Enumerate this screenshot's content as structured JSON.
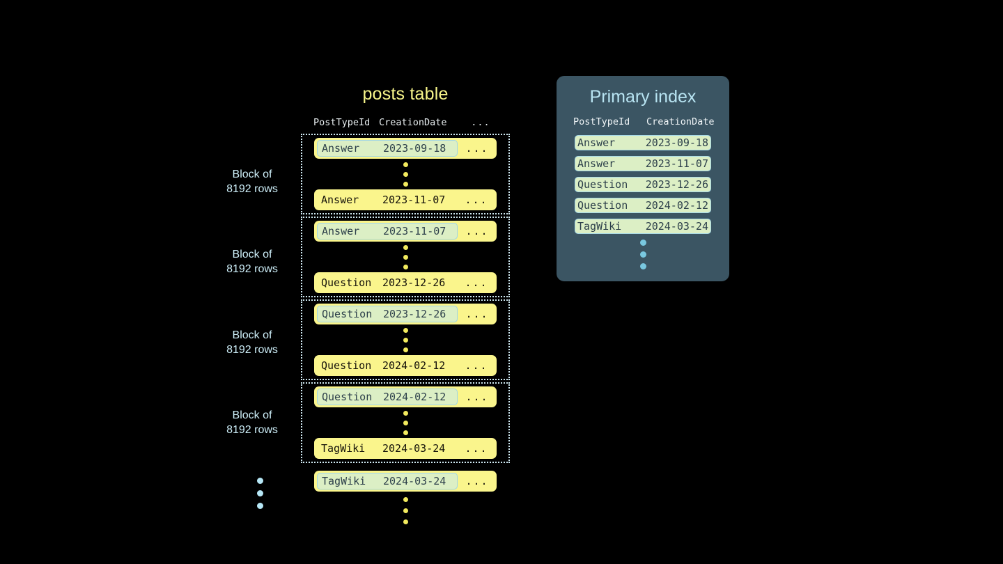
{
  "posts_table": {
    "title": "posts table",
    "columns": [
      "PostTypeId",
      "CreationDate",
      "..."
    ],
    "ellipsis_cell": "...",
    "blocks": [
      {
        "label_line1": "Block of",
        "label_line2": "8192 rows",
        "first_row": {
          "type": "Answer",
          "date": "2023-09-18",
          "highlighted": true
        },
        "last_row": {
          "type": "Answer",
          "date": "2023-11-07",
          "highlighted": false
        }
      },
      {
        "label_line1": "Block of",
        "label_line2": "8192 rows",
        "first_row": {
          "type": "Answer",
          "date": "2023-11-07",
          "highlighted": true
        },
        "last_row": {
          "type": "Question",
          "date": "2023-12-26",
          "highlighted": false
        }
      },
      {
        "label_line1": "Block of",
        "label_line2": "8192 rows",
        "first_row": {
          "type": "Question",
          "date": "2023-12-26",
          "highlighted": true
        },
        "last_row": {
          "type": "Question",
          "date": "2024-02-12",
          "highlighted": false
        }
      },
      {
        "label_line1": "Block of",
        "label_line2": "8192 rows",
        "first_row": {
          "type": "Question",
          "date": "2024-02-12",
          "highlighted": true
        },
        "last_row": {
          "type": "TagWiki",
          "date": "2024-03-24",
          "highlighted": false
        }
      }
    ],
    "trailing_row": {
      "type": "TagWiki",
      "date": "2024-03-24",
      "highlighted": true
    }
  },
  "primary_index": {
    "title": "Primary index",
    "columns": [
      "PostTypeId",
      "CreationDate"
    ],
    "rows": [
      {
        "type": "Answer",
        "date": "2023-09-18"
      },
      {
        "type": "Answer",
        "date": "2023-11-07"
      },
      {
        "type": "Question",
        "date": "2023-12-26"
      },
      {
        "type": "Question",
        "date": "2024-02-12"
      },
      {
        "type": "TagWiki",
        "date": "2024-03-24"
      }
    ]
  },
  "colors": {
    "background": "#000000",
    "row_yellow": "#faf58c",
    "highlight_green": "#dcefc5",
    "highlight_border": "#9fd5e6",
    "panel_slate": "#3b5563",
    "accent_blue": "#b8e4f2",
    "title_yellow": "#f7f58a"
  }
}
